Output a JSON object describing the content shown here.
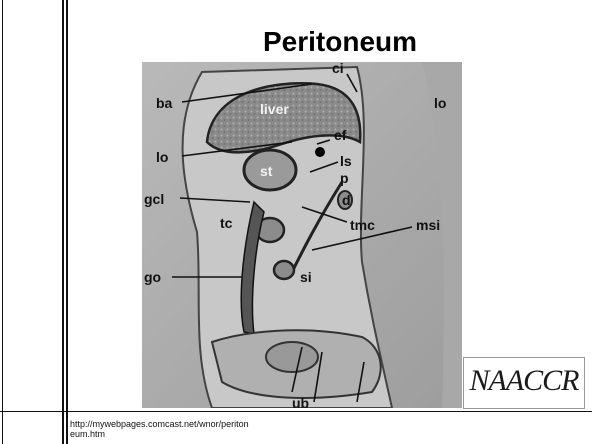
{
  "slide": {
    "title": "Peritoneum",
    "url_line1": "http://mywebpages.comcast.net/wnor/periton",
    "url_line2": "eum.htm",
    "logo_text": "NAACCR"
  },
  "figure": {
    "labels": {
      "ci": "ci",
      "lo_right": "lo",
      "ba": "ba",
      "liver": "liver",
      "ef": "ef",
      "lo_left": "lo",
      "st": "st",
      "ls": "ls",
      "p": "p",
      "gcl": "gcl",
      "d": "d",
      "tc": "tc",
      "tmc": "tmc",
      "msi": "msi",
      "go": "go",
      "si": "si",
      "ub": "ub"
    }
  }
}
